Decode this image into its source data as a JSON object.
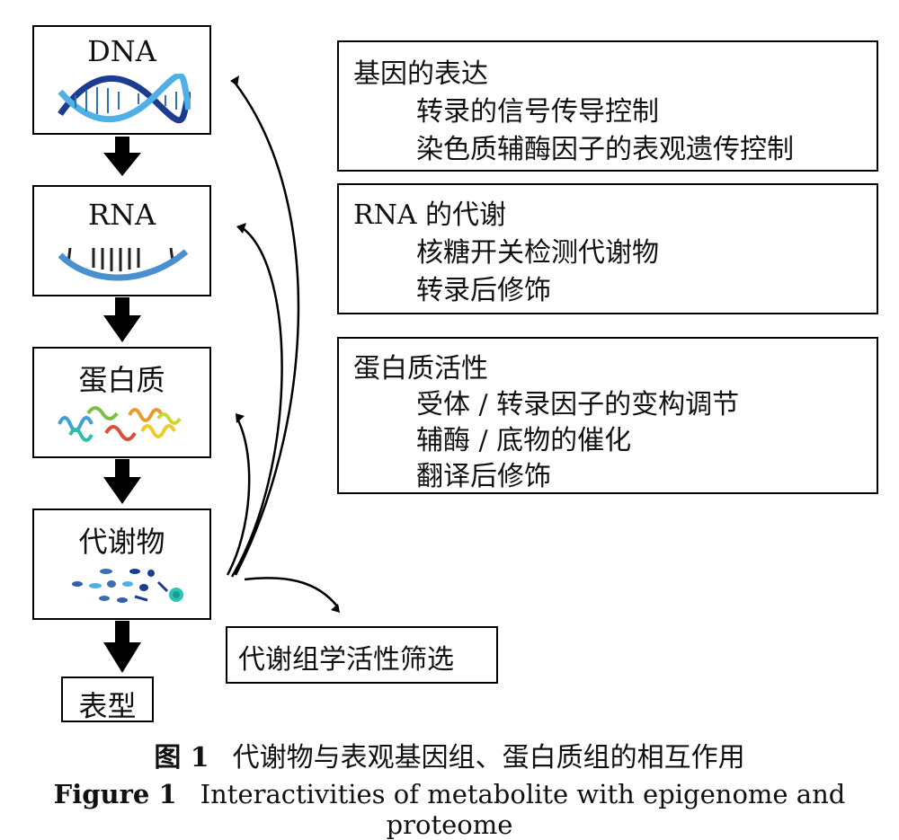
{
  "nodes": {
    "dna": "DNA",
    "rna": "RNA",
    "protein": "蛋白质",
    "metabolite": "代谢物",
    "phenotype": "表型"
  },
  "info_boxes": {
    "gene_expression": {
      "title": "基因的表达",
      "lines": [
        "转录的信号传导控制",
        "染色质辅酶因子的表观遗传控制"
      ]
    },
    "rna_metabolism": {
      "title": "RNA 的代谢",
      "lines": [
        "核糖开关检测代谢物",
        "转录后修饰"
      ]
    },
    "protein_activity": {
      "title": "蛋白质活性",
      "lines": [
        "受体 / 转录因子的变构调节",
        "辅酶 / 底物的催化",
        "翻译后修饰"
      ]
    }
  },
  "screening": "代谢组学活性筛选",
  "caption": {
    "cn_label": "图 1",
    "cn_text": "代谢物与表观基因组、蛋白质组的相互作用",
    "en_label": "Figure 1",
    "en_text": "Interactivities of metabolite with epigenome and proteome"
  }
}
